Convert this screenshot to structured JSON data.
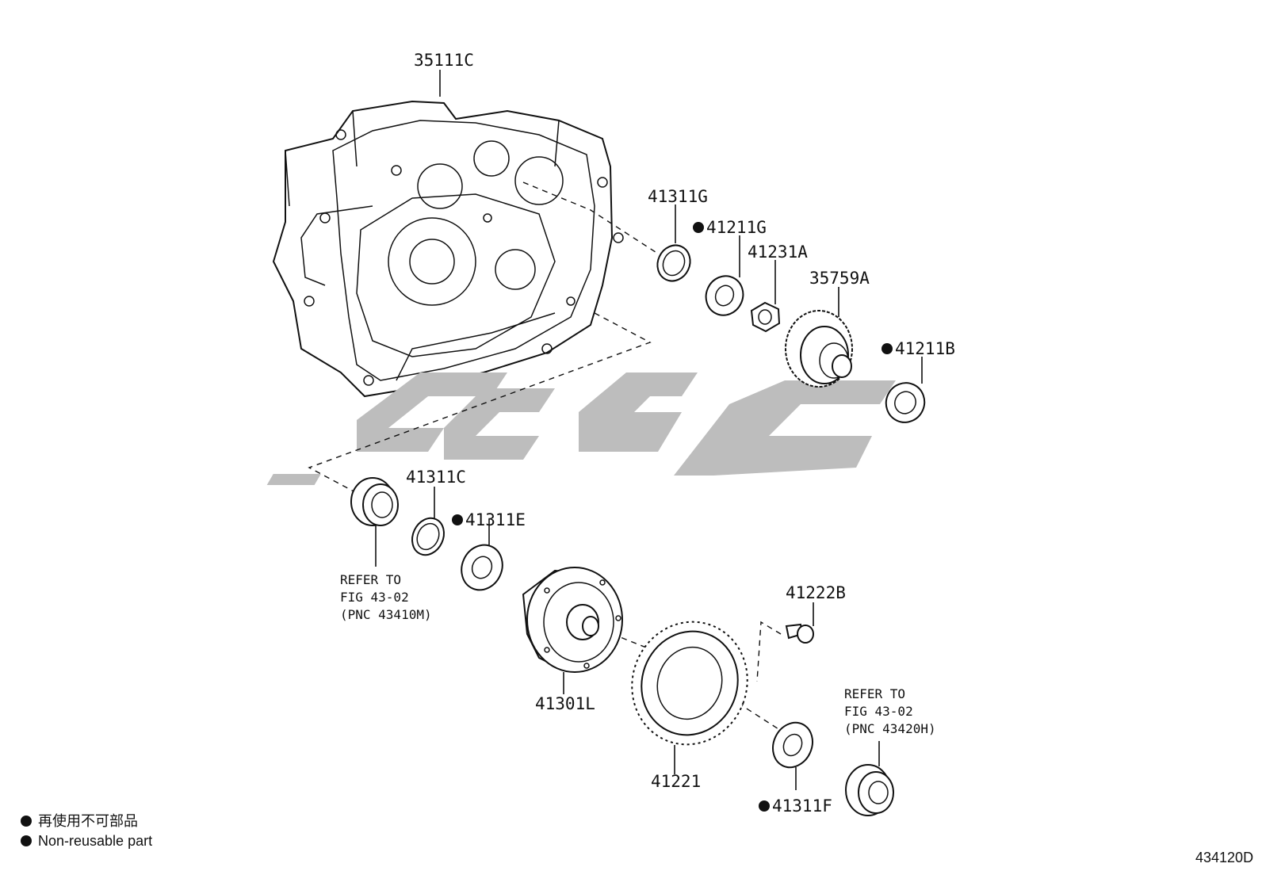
{
  "diagram": {
    "figure_id": "434120D",
    "parts": {
      "case": "35111C",
      "seal_top": "41311G",
      "bearing_top": "41211G",
      "nut": "41231A",
      "gear": "35759A",
      "bearing_right": "41211B",
      "seal_left": "41311C",
      "bearing_left": "41311E",
      "diff_case": "41301L",
      "ring_gear": "41221",
      "bolt": "41222B",
      "bearing_bottom": "41311F"
    },
    "refer_left": [
      "REFER TO",
      "FIG 43-02",
      "(PNC 43410M)"
    ],
    "refer_right": [
      "REFER TO",
      "FIG 43-02",
      "(PNC 43420H)"
    ],
    "legend": {
      "japanese": "再使用不可部品",
      "english": "Non-reusable part"
    },
    "watermark_text": "پرتو"
  },
  "colors": {
    "line": "#111111",
    "watermark": "#bdbdbd",
    "background": "#ffffff"
  }
}
